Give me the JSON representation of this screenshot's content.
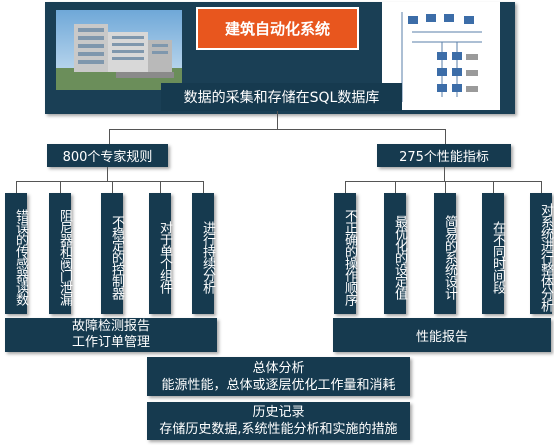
{
  "header": {
    "title": "建筑自动化系统",
    "subtitle": "数据的采集和存储在SQL数据库"
  },
  "left_branch": {
    "label": "800个专家规则",
    "items": [
      "错误的传感器读数",
      "阻尼器和阀门泄漏",
      "不稳定的控制器",
      "对于单个组件",
      "进行持续分析"
    ],
    "result_line1": "故障检测报告",
    "result_line2": "工作订单管理"
  },
  "right_branch": {
    "label": "275个性能指标",
    "items": [
      "不正确的操作顺序",
      "最优化的设定值",
      "简易的系统设计",
      "在不同时间段",
      "对系统进行整体分析"
    ],
    "result": "性能报告"
  },
  "summary": {
    "title": "总体分析",
    "desc": "能源性能，总体或逐层优化工作量和消耗"
  },
  "history": {
    "title": "历史记录",
    "desc": "存储历史数据,系统性能分析和实施的措施"
  },
  "colors": {
    "dark_box": "#163a4f",
    "title_orange": "#e8561e"
  }
}
